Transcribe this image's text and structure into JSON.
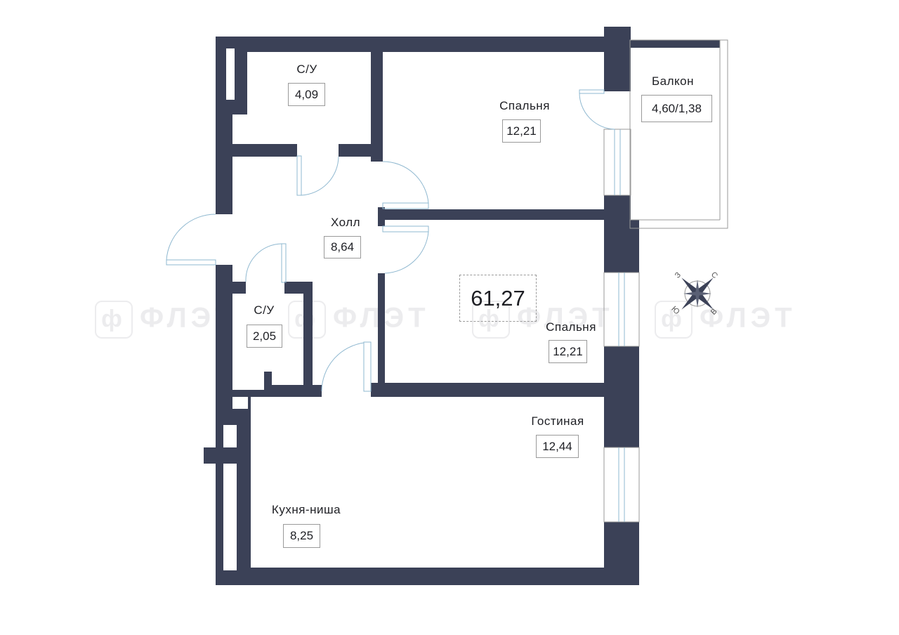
{
  "plan": {
    "total_area": "61,27",
    "rooms": [
      {
        "name": "С/У",
        "area": "4,09"
      },
      {
        "name": "Спальня",
        "area": "12,21"
      },
      {
        "name": "Балкон",
        "area": "4,60/1,38"
      },
      {
        "name": "Холл",
        "area": "8,64"
      },
      {
        "name": "С/У",
        "area": "2,05"
      },
      {
        "name": "Спальня",
        "area": "12,21"
      },
      {
        "name": "Гостиная",
        "area": "12,44"
      },
      {
        "name": "Кухня-ниша",
        "area": "8,25"
      }
    ]
  },
  "compass": {
    "north": "С",
    "south": "Ю",
    "east": "В",
    "west": "З"
  },
  "watermark": {
    "logo": "ф",
    "text": "ФЛЭТ"
  },
  "colors": {
    "wall": "#3b4157",
    "door": "#8fb8d0",
    "line": "#9a9a9a"
  }
}
